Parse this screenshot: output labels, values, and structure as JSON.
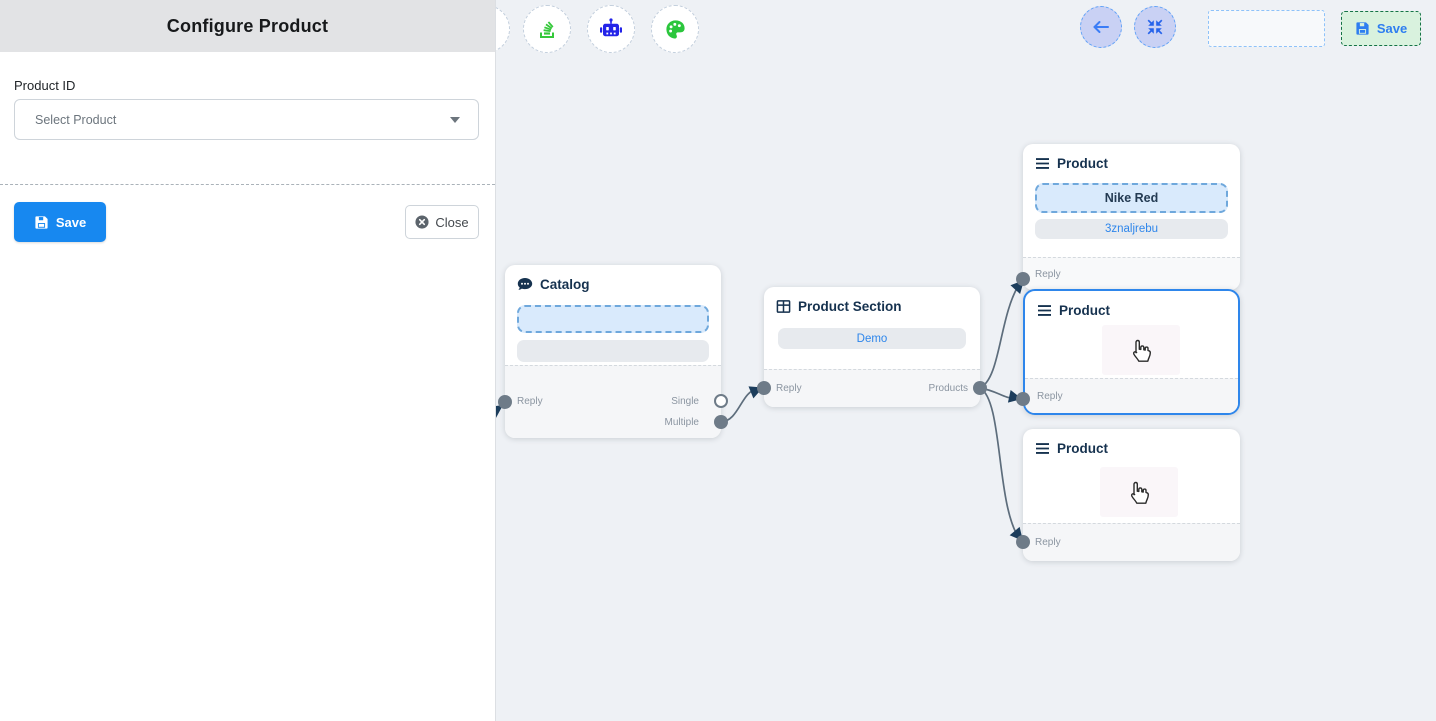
{
  "panel": {
    "title": "Configure Product",
    "product_id_label": "Product ID",
    "select_placeholder": "Select Product",
    "save_label": "Save",
    "close_label": "Close"
  },
  "toolbar": {
    "icons": [
      "stack-icon",
      "robot-icon",
      "palette-icon"
    ]
  },
  "topbar": {
    "save_label": "Save"
  },
  "nodes": {
    "catalog": {
      "title": "Catalog",
      "reply_label": "Reply",
      "single_label": "Single",
      "multiple_label": "Multiple"
    },
    "product_section": {
      "title": "Product Section",
      "item_label": "Demo",
      "reply_label": "Reply",
      "products_label": "Products"
    },
    "product_top": {
      "title": "Product",
      "item_selected": "Nike Red",
      "item_secondary": "3znaljrebu",
      "reply_label": "Reply"
    },
    "product_middle": {
      "title": "Product",
      "reply_label": "Reply"
    },
    "product_bottom": {
      "title": "Product",
      "reply_label": "Reply"
    }
  },
  "colors": {
    "accent_blue": "#2e86eb",
    "primary_button_blue": "#1788f0",
    "icon_green": "#2bc63c",
    "robot_blue": "#2323e8",
    "node_title": "#16324f",
    "edge": "#5d6d7c",
    "arrowhead": "#1c3d5c",
    "save_green_bg": "#d9f2de",
    "save_green_border": "#157347",
    "canvas_bg": "#eef1f5",
    "panel_header_bg": "#e2e3e5",
    "selected_item_bg": "#d9eafc",
    "selected_item_border": "#6fa8dc"
  }
}
